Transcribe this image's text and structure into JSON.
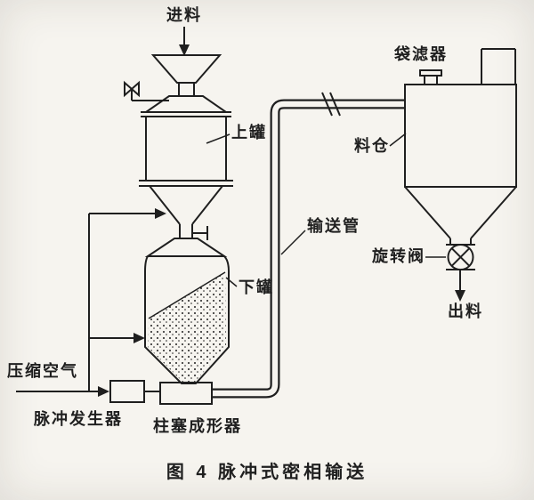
{
  "figure": {
    "caption": "图 4  脉冲式密相输送"
  },
  "labels": {
    "feed": "进料",
    "bag_filter": "袋滤器",
    "upper_tank": "上罐",
    "silo": "料仓",
    "conveying_pipe": "输送管",
    "rotary_valve": "旋转阀",
    "discharge": "出料",
    "lower_tank": "下罐",
    "compressed_air": "压缩空气",
    "pulse_generator": "脉冲发生器",
    "plug_former": "柱塞成形器"
  },
  "colors": {
    "ink": "#1f1f1f",
    "paper": "#f6f4ef"
  }
}
